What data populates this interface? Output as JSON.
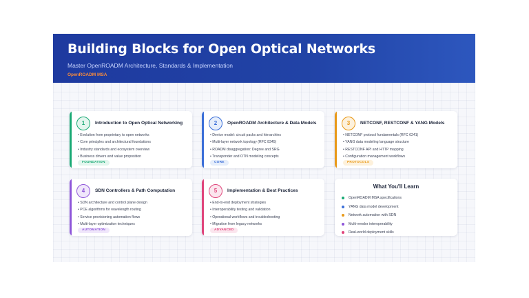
{
  "header": {
    "title": "Building Blocks for Open Optical Networks",
    "subtitle": "Master OpenROADM Architecture, Standards & Implementation",
    "brand": "OpenROADM MSA"
  },
  "modules": [
    {
      "number": "1",
      "title": "Introduction to Open Optical Networking",
      "points": [
        "• Evolution from proprietary to open networks",
        "• Core principles and architectural foundations",
        "• Industry standards and ecosystem overview",
        "• Business drivers and value proposition"
      ],
      "tag": "FOUNDATION",
      "color": "#19a974",
      "tint": "#e3f6ee"
    },
    {
      "number": "2",
      "title": "OpenROADM Architecture & Data Models",
      "points": [
        "• Device model: circuit packs and hierarchies",
        "• Multi-layer network topology (RFC 8345)",
        "• ROADM disaggregation: Degree and SRG",
        "• Transponder and OTN modeling concepts"
      ],
      "tag": "CORE",
      "color": "#3b6fd8",
      "tint": "#e6eefb"
    },
    {
      "number": "3",
      "title": "NETCONF, RESTCONF & YANG Models",
      "points": [
        "• NETCONF protocol fundamentals (RFC 6241)",
        "• YANG data modeling language structure",
        "• RESTCONF API and HTTP mapping",
        "• Configuration management workflows"
      ],
      "tag": "PROTOCOLS",
      "color": "#e99a1a",
      "tint": "#fdf1dc"
    },
    {
      "number": "4",
      "title": "SDN Controllers & Path Computation",
      "points": [
        "• SDN architecture and control plane design",
        "• PCE algorithms for wavelength routing",
        "• Service provisioning automation flows",
        "• Multi-layer optimization techniques"
      ],
      "tag": "AUTOMATION",
      "color": "#8e55d9",
      "tint": "#f0e7fb"
    },
    {
      "number": "5",
      "title": "Implementation & Best Practices",
      "points": [
        "• End-to-end deployment strategies",
        "• Interoperability testing and validation",
        "• Operational workflows and troubleshooting",
        "• Migration from legacy networks"
      ],
      "tag": "ADVANCED",
      "color": "#e0457b",
      "tint": "#fbe6ee"
    }
  ],
  "learn": {
    "title": "What You'll Learn",
    "items": [
      {
        "text": "OpenROADM MSA specifications",
        "color": "#19a974"
      },
      {
        "text": "YANG data model development",
        "color": "#3b6fd8"
      },
      {
        "text": "Network automation with SDN",
        "color": "#e99a1a"
      },
      {
        "text": "Multi-vendor interoperability",
        "color": "#8e55d9"
      },
      {
        "text": "Real-world deployment skills",
        "color": "#e0457b"
      }
    ]
  }
}
